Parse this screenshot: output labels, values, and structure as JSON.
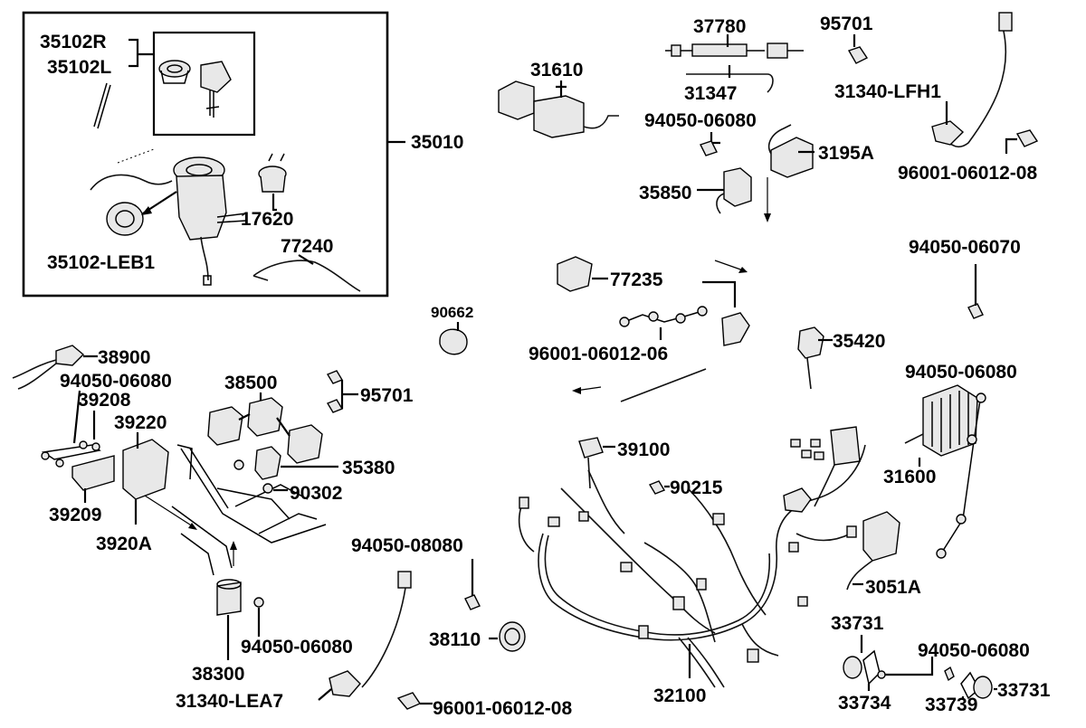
{
  "diagram": {
    "inset_group_label": "35010",
    "labels": {
      "p35102R": "35102R",
      "p35102L": "35102L",
      "p17620": "17620",
      "p77240": "77240",
      "p35102LEB1": "35102-LEB1",
      "p37780": "37780",
      "p95701_top": "95701",
      "p31610": "31610",
      "p31347": "31347",
      "p94050_06080_a": "94050-06080",
      "p3195A": "3195A",
      "p31340LFH1": "31340-LFH1",
      "p96001_06012_08_a": "96001-06012-08",
      "p35850": "35850",
      "p94050_06070": "94050-06070",
      "p77235": "77235",
      "p90662": "90662",
      "p96001_06012_06": "96001-06012-06",
      "p35420": "35420",
      "p94050_06080_b": "94050-06080",
      "p38900": "38900",
      "p94050_06080_c": "94050-06080",
      "p39208": "39208",
      "p39220": "39220",
      "p38500": "38500",
      "p95701_mid": "95701",
      "p35380": "35380",
      "p90302": "90302",
      "p39209": "39209",
      "p3920A": "3920A",
      "p39100": "39100",
      "p90215": "90215",
      "p31600": "31600",
      "p3051A": "3051A",
      "p94050_08080": "94050-08080",
      "p38110": "38110",
      "p38300": "38300",
      "p94050_06080_d": "94050-06080",
      "p31340LEA7": "31340-LEA7",
      "p96001_06012_08_b": "96001-06012-08",
      "p32100": "32100",
      "p33731_a": "33731",
      "p94050_06080_e": "94050-06080",
      "p33734": "33734",
      "p33739": "33739",
      "p33731_b": "33731"
    }
  }
}
